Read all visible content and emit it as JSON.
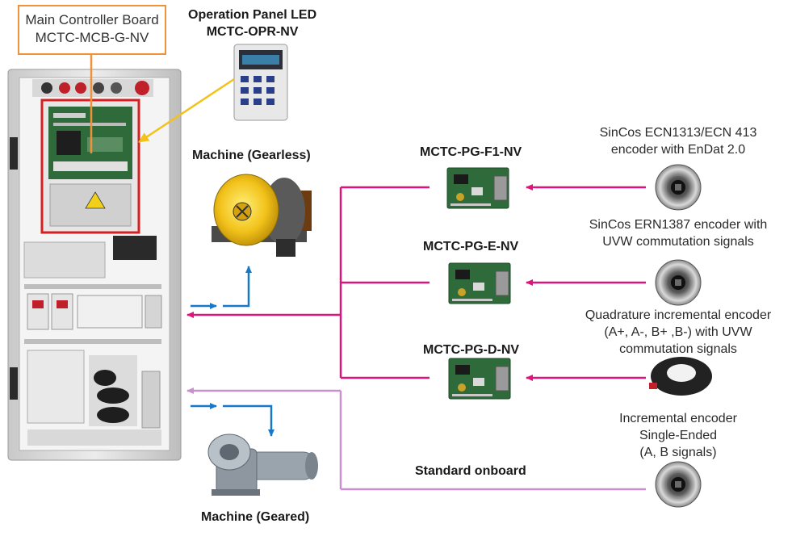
{
  "main_board": {
    "line1": "Main Controller Board",
    "line2": "MCTC-MCB-G-NV"
  },
  "op_panel": {
    "line1": "Operation Panel LED",
    "line2": "MCTC-OPR-NV"
  },
  "machine_gearless": "Machine (Gearless)",
  "machine_geared": "Machine (Geared)",
  "cards": {
    "f1": "MCTC-PG-F1-NV",
    "e": "MCTC-PG-E-NV",
    "d": "MCTC-PG-D-NV",
    "onboard": "Standard onboard"
  },
  "encoders": {
    "sincos_endat": [
      "SinCos ECN1313/ECN 413",
      "encoder with EnDat 2.0"
    ],
    "sincos_uvw": [
      "SinCos ERN1387 encoder with",
      "UVW commutation signals"
    ],
    "quadrature": [
      "Quadrature incremental encoder",
      "(A+, A-, B+ ,B-) with UVW",
      "commutation signals"
    ],
    "single_ended": [
      "Incremental encoder",
      "Single-Ended",
      "(A, B signals)"
    ]
  },
  "colors": {
    "magenta": "#e0137a",
    "lavender": "#c98fd0",
    "blue": "#1878c8",
    "orange": "#f0923a",
    "red_frame": "#d42020",
    "yellow": "#f2c21a",
    "pcb_green": "#2f6b3a"
  }
}
